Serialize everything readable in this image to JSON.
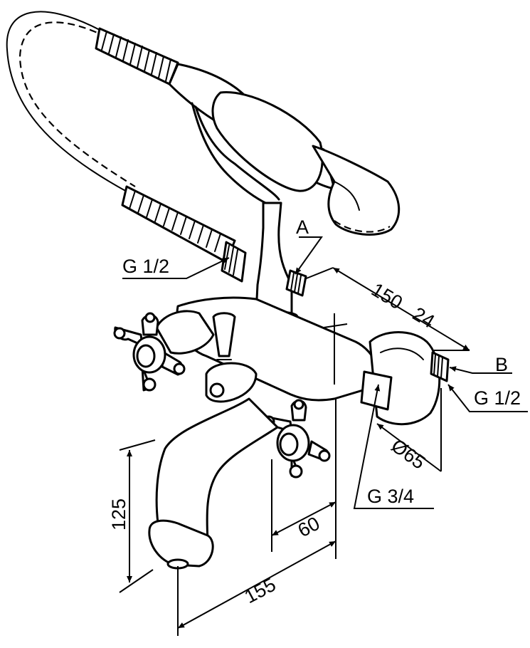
{
  "labels": {
    "g_half_left": "G 1/2",
    "point_a": "A",
    "dim_150": "150",
    "dim_24": "24",
    "point_b": "B",
    "g_half_right": "G 1/2",
    "diameter": "Ø65",
    "g_three_quarter": "G 3/4",
    "dim_125": "125",
    "dim_60": "60",
    "dim_155": "155"
  }
}
